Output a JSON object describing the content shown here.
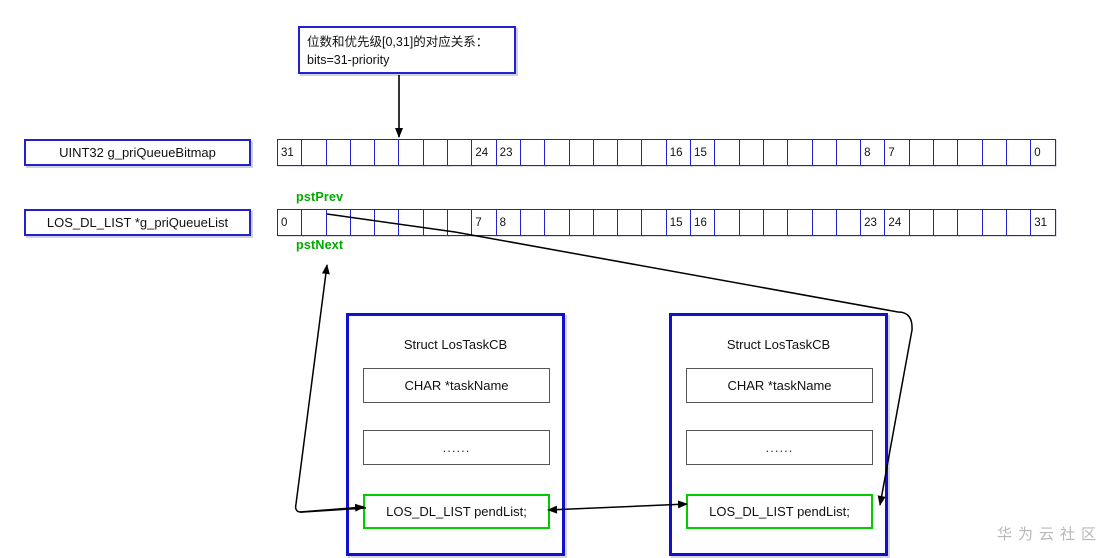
{
  "callout": {
    "line1": "位数和优先级[0,31]的对应关系：",
    "line2": "bits=31-priority"
  },
  "bitmap_row": {
    "caption": "UINT32 g_priQueueBitmap",
    "cells": [
      "31",
      "",
      "",
      "",
      "",
      "",
      "",
      "",
      "24",
      "23",
      "",
      "",
      "",
      "",
      "",
      "",
      "16",
      "15",
      "",
      "",
      "",
      "",
      "",
      "",
      "8",
      "7",
      "",
      "",
      "",
      "",
      "",
      "0"
    ]
  },
  "list_row": {
    "caption": "LOS_DL_LIST *g_priQueueList",
    "cells": [
      "0",
      "",
      "",
      "",
      "",
      "",
      "",
      "",
      "7",
      "8",
      "",
      "",
      "",
      "",
      "",
      "",
      "15",
      "16",
      "",
      "",
      "",
      "",
      "",
      "",
      "23",
      "24",
      "",
      "",
      "",
      "",
      "",
      "31"
    ]
  },
  "pointers": {
    "prev_label": "pstPrev",
    "next_label": "pstNext"
  },
  "task_blocks": [
    {
      "title": "Struct LosTaskCB",
      "field_name": "CHAR *taskName",
      "field_ellipsis": "......",
      "field_pend": "LOS_DL_LIST pendList;"
    },
    {
      "title": "Struct LosTaskCB",
      "field_name": "CHAR *taskName",
      "field_ellipsis": "......",
      "field_pend": "LOS_DL_LIST pendList;"
    }
  ],
  "watermark": "华为云社区",
  "colors": {
    "box_blue": "#2222cc",
    "tcb_blue": "#1111cc",
    "pointer_green": "#00aa00",
    "pend_green": "#00cc00",
    "connector_black": "#000000"
  }
}
